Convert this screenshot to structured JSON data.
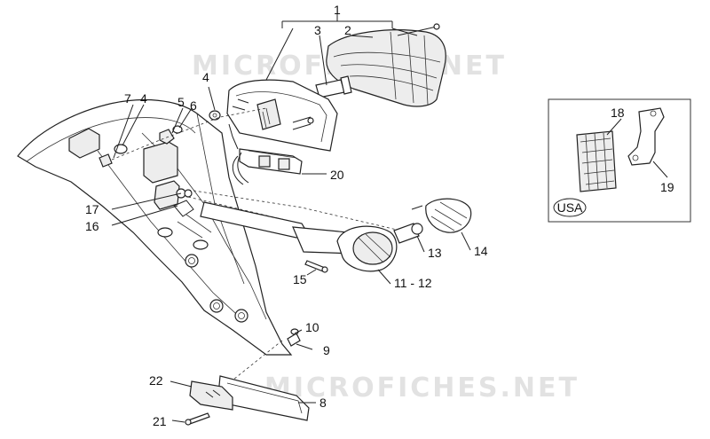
{
  "watermark": "MICROFICHES.NET",
  "callouts": {
    "c1": "1",
    "c2": "2",
    "c3": "3",
    "c4a": "4",
    "c4b": "4",
    "c5": "5",
    "c6": "6",
    "c7": "7",
    "c8": "8",
    "c9": "9",
    "c10": "10",
    "c11": "11 - 12",
    "c13": "13",
    "c14": "14",
    "c15": "15",
    "c16": "16",
    "c17": "17",
    "c18": "18",
    "c19": "19",
    "c20": "20",
    "c21": "21",
    "c22": "22"
  },
  "inset": {
    "badge": "USA"
  }
}
